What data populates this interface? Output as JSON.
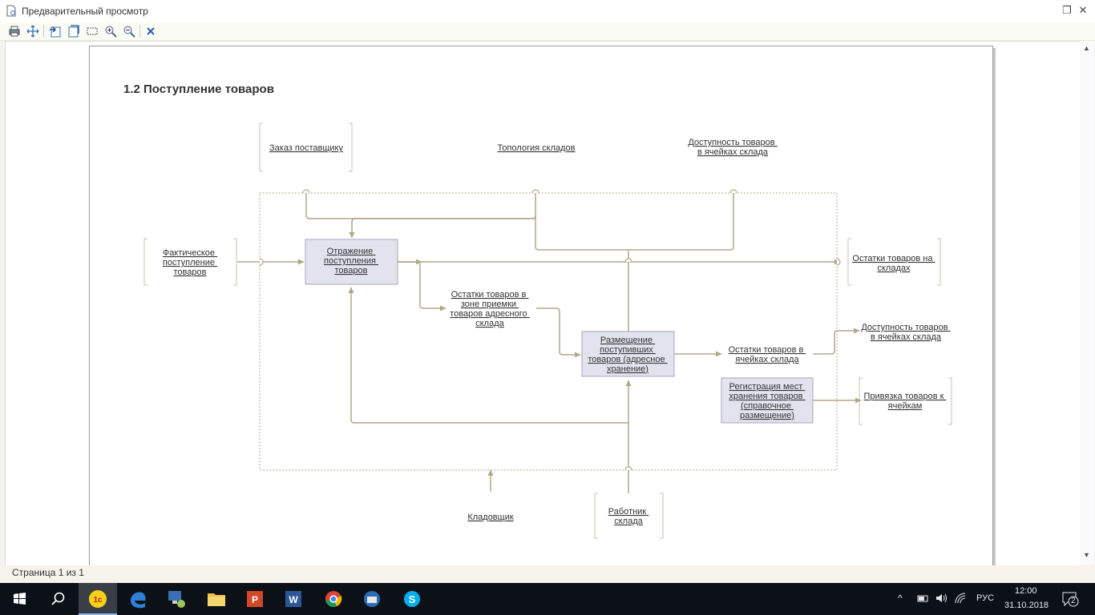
{
  "window": {
    "title": "Предварительный просмотр"
  },
  "toolbar": {
    "buttons": [
      "print-icon",
      "move-icon",
      "page-prev-icon",
      "page-next-icon",
      "select-area-icon",
      "zoom-in-icon",
      "zoom-out-icon",
      "close-preview-icon"
    ]
  },
  "diagram": {
    "title": "1.2 Поступление товаров",
    "inputs": {
      "fact": [
        "Фактическое",
        "поступление",
        "товаров"
      ]
    },
    "controls": {
      "order": [
        "Заказ поставщику"
      ],
      "topology": [
        "Топология складов"
      ],
      "availability": [
        "Доступность товаров",
        "в ячейках склада"
      ]
    },
    "processes": {
      "p1": [
        "Отражение",
        "поступления",
        "товаров"
      ],
      "p2": [
        "Размещение",
        "поступивших",
        "товаров (адресное",
        "хранение)"
      ],
      "p3": [
        "Регистрация мест",
        "хранения товаров",
        "(справочное",
        "размещение)"
      ]
    },
    "intermediate": {
      "reception": [
        "Остатки товаров в",
        "зоне приемки",
        "товаров адресного",
        "склада"
      ],
      "cells": [
        "Остатки товаров в",
        "ячейках склада"
      ]
    },
    "outputs": {
      "stock": [
        "Остатки товаров на",
        "складах"
      ],
      "availability": [
        "Доступность товаров",
        "в ячейках склада"
      ],
      "binding": [
        "Привязка товаров к",
        "ячейкам"
      ]
    },
    "mechanisms": {
      "storekeeper": [
        "Кладовщик"
      ],
      "worker": [
        "Работник",
        "склада"
      ]
    }
  },
  "status": {
    "page": "Страница 1 из 1"
  },
  "taskbar": {
    "apps": [
      "start-icon",
      "search-icon",
      "1c-icon",
      "edge-icon",
      "network-app-icon",
      "explorer-icon",
      "powerpoint-icon",
      "word-icon",
      "chrome-icon",
      "thunderbird-icon",
      "skype-icon"
    ],
    "lang": "РУС",
    "time": "12:00",
    "date": "31.10.2018",
    "notifications": "2"
  },
  "colors": {
    "arrow": "#b0a88a",
    "process_fill": "#e3e3ef",
    "boundary": "#aaa383"
  }
}
